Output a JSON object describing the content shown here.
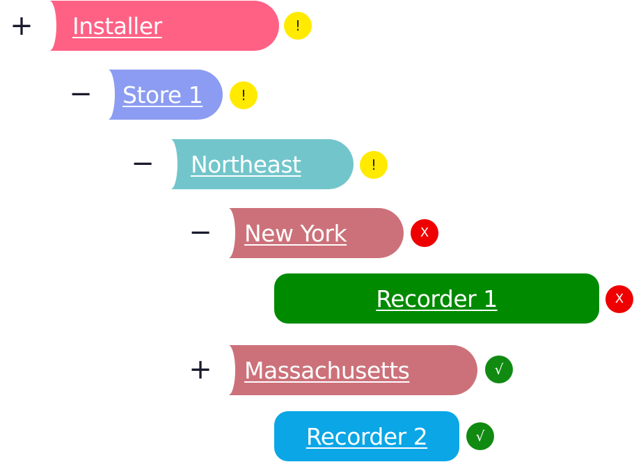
{
  "tree": {
    "nodes": [
      {
        "id": "installer",
        "label": "Installer",
        "toggle": "+",
        "status": "warning",
        "status_symbol": "!",
        "color": "#ff6185"
      },
      {
        "id": "store-1",
        "label": "Store 1",
        "toggle": "−",
        "status": "warning",
        "status_symbol": "!",
        "color": "#8b9cf2"
      },
      {
        "id": "northeast",
        "label": "Northeast",
        "toggle": "−",
        "status": "warning",
        "status_symbol": "!",
        "color": "#72c6cb"
      },
      {
        "id": "new-york",
        "label": "New York",
        "toggle": "−",
        "status": "error",
        "status_symbol": "X",
        "color": "#cc717a"
      },
      {
        "id": "recorder-1",
        "label": "Recorder 1",
        "toggle": "",
        "status": "error",
        "status_symbol": "X",
        "color": "#008a00"
      },
      {
        "id": "massachusetts",
        "label": "Massachusetts",
        "toggle": "+",
        "status": "ok",
        "status_symbol": "√",
        "color": "#cc717a"
      },
      {
        "id": "recorder-2",
        "label": "Recorder 2",
        "toggle": "",
        "status": "ok",
        "status_symbol": "√",
        "color": "#0aa6e6"
      }
    ]
  }
}
